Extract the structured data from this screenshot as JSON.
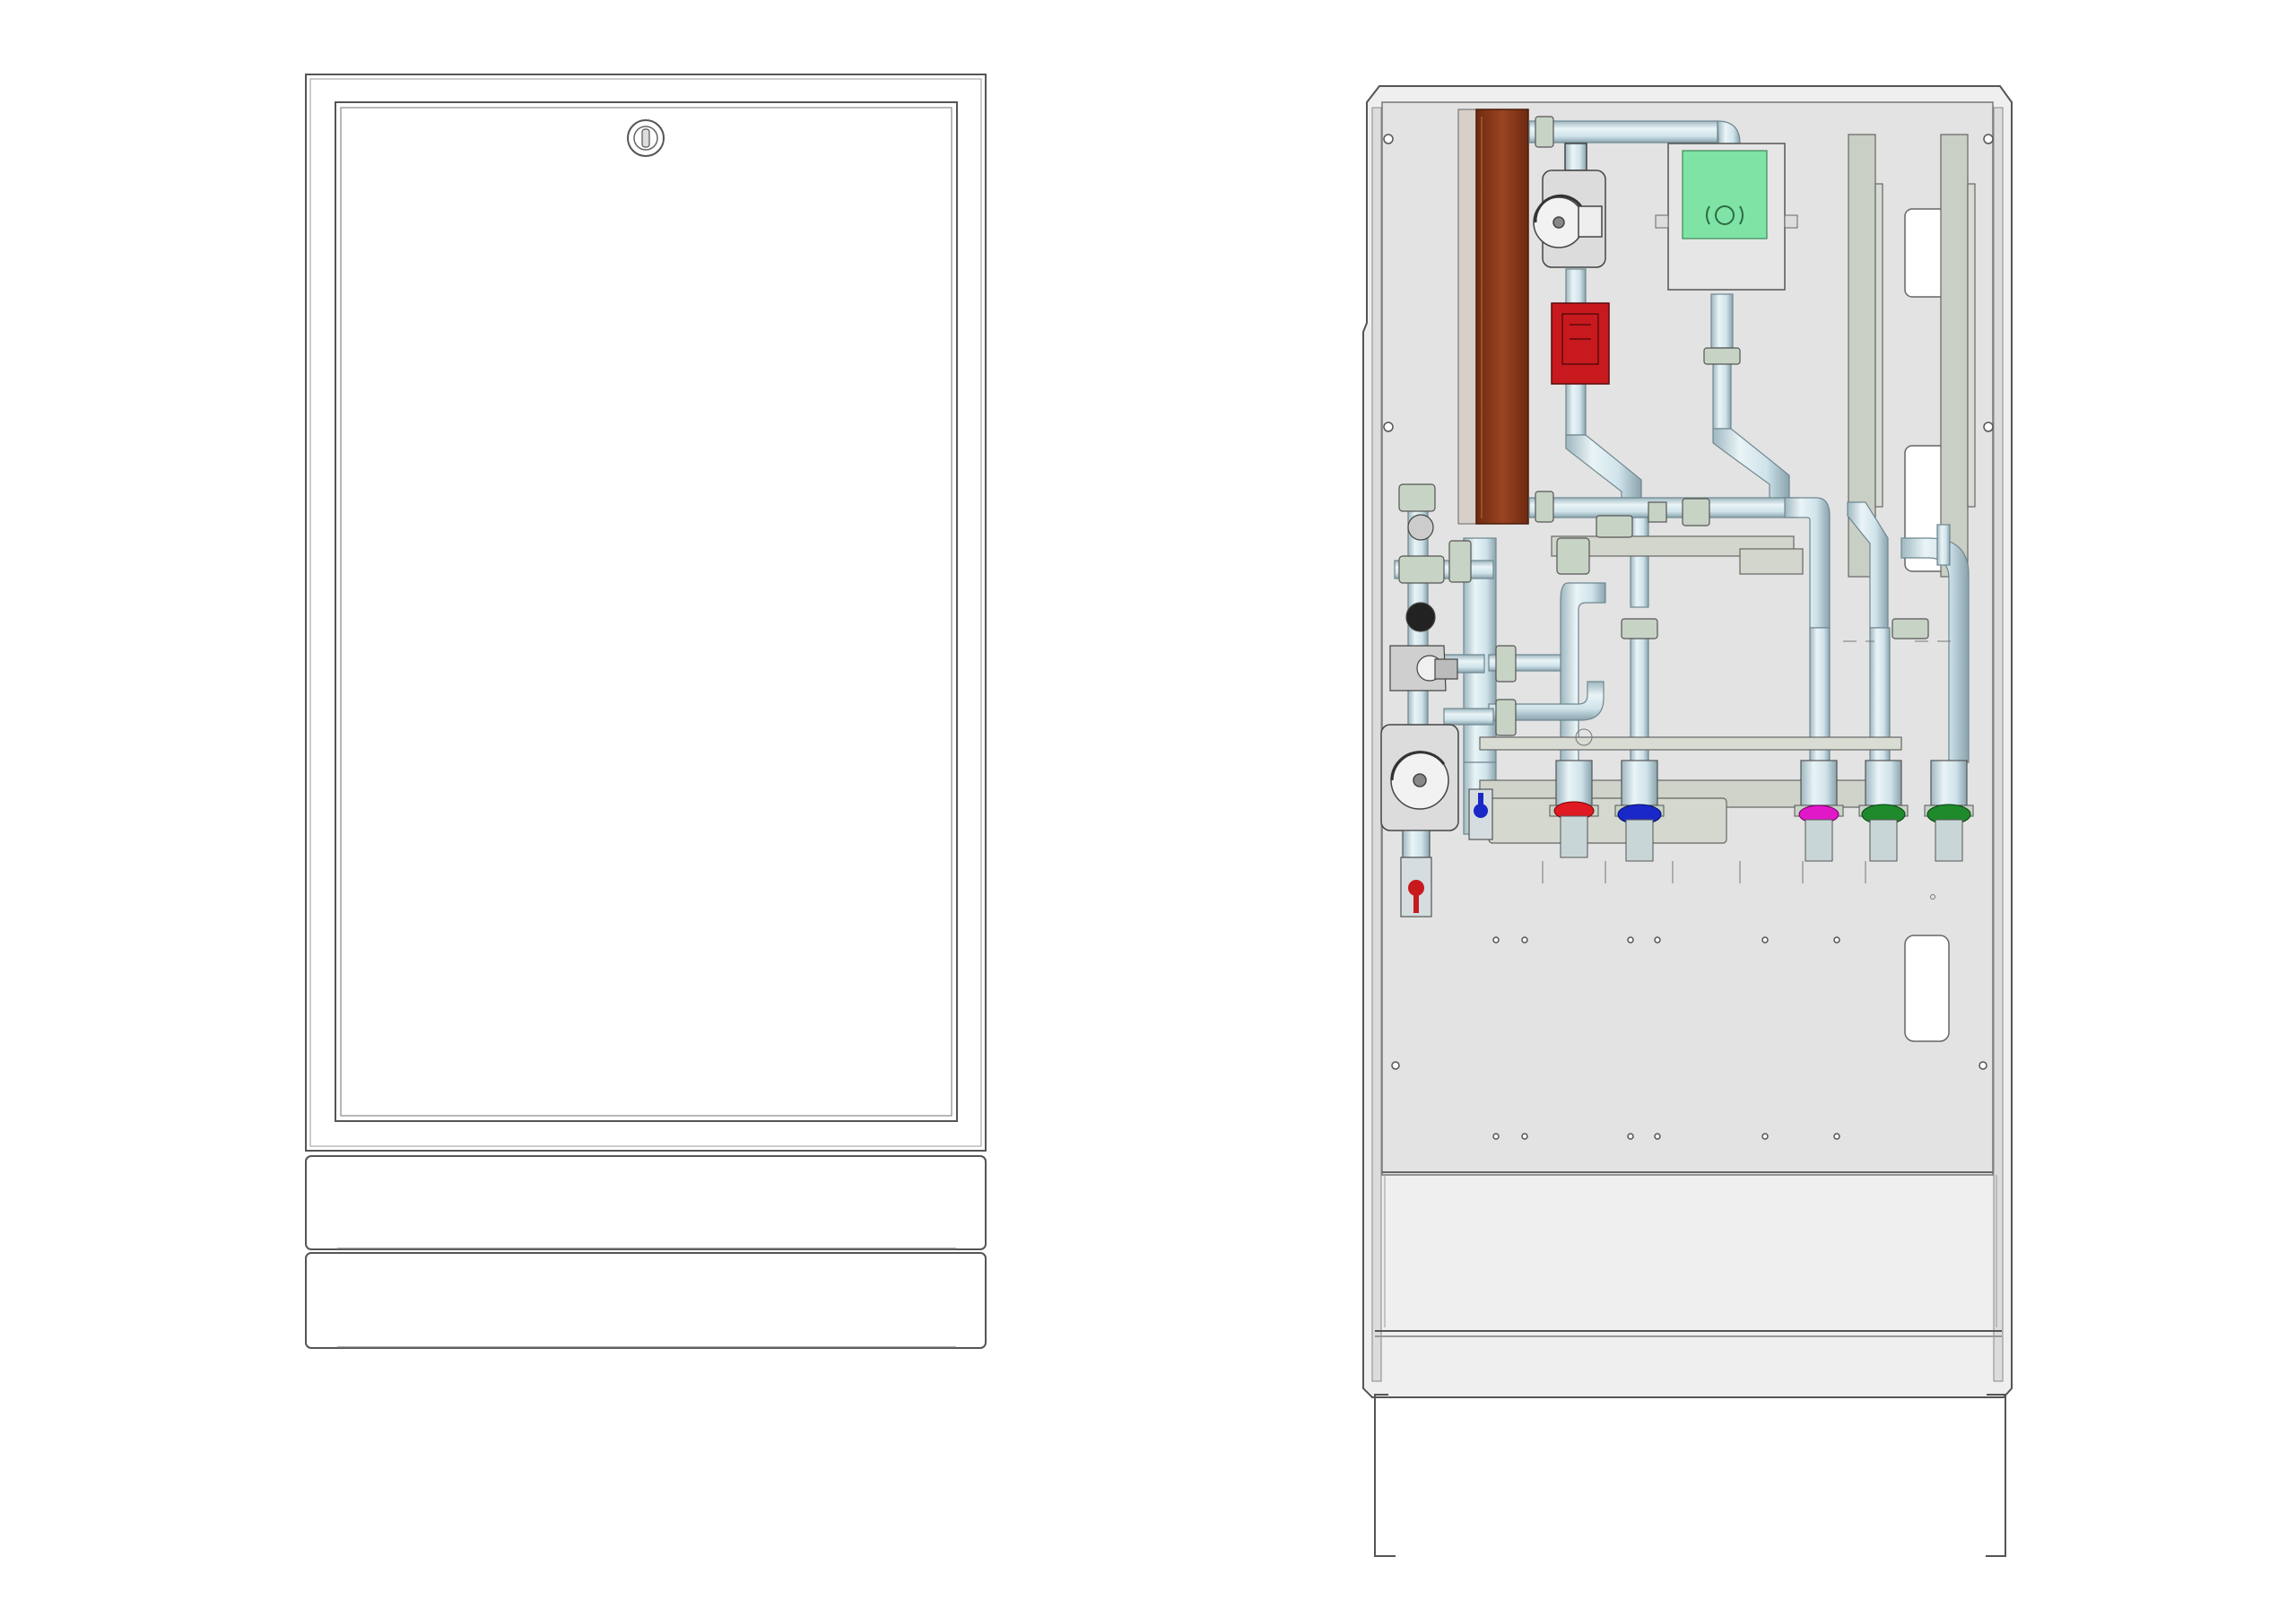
{
  "diagram": {
    "views": [
      {
        "id": "closed-cabinet",
        "kind": "cabinet-front-closed"
      },
      {
        "id": "open-cabinet",
        "kind": "cabinet-front-open-with-station"
      }
    ],
    "components": {
      "heat_exchanger": {
        "icon": "plate-heat-exchanger-icon",
        "color": "#8B3A1E"
      },
      "electronics_box": {
        "icon": "control-unit-icon",
        "color": "#7FE3A6"
      },
      "flow_meter": {
        "icon": "flow-sensor-icon",
        "color": "#C8191E"
      },
      "pumps": {
        "icon": "circulation-pump-icon",
        "color": "#DADADA"
      },
      "pipes": {
        "color": "#CFE3EA"
      },
      "back_plate": {
        "color": "#E3E3E3"
      },
      "valve_handles": [
        {
          "id": "valve-1",
          "color": "#E01A22"
        },
        {
          "id": "valve-2",
          "color": "#1A28C8"
        },
        {
          "id": "valve-3",
          "color": "#E018C8"
        },
        {
          "id": "valve-4",
          "color": "#1E8A2C"
        },
        {
          "id": "valve-5",
          "color": "#1E8A2C"
        }
      ],
      "small_valves": [
        {
          "id": "blue-drain-valve",
          "color": "#1A28C8"
        },
        {
          "id": "red-drain-valve",
          "color": "#C8191E"
        }
      ]
    }
  }
}
